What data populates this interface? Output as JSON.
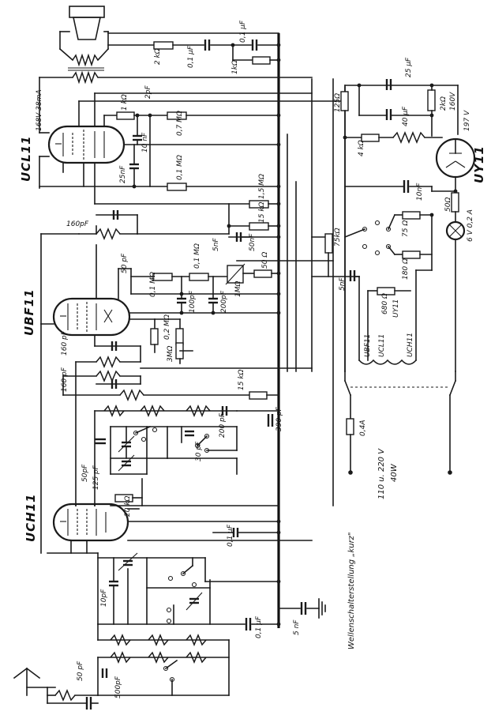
{
  "tubes": {
    "ucl11": "UCL11",
    "ubf11": "UBF11",
    "uch11": "UCH11",
    "uy11": "UY11"
  },
  "labels": {
    "ucl_voltage": "168V 38mA",
    "v197": "197 V",
    "v160": "160V",
    "lamp": "6 V 0,2 A",
    "mains": "110 u. 220 V",
    "power": "40W",
    "fuse": "0,4A",
    "switch_position": "Wellenschalterstellung „kurz\"",
    "heater_chain": [
      "UBF11",
      "UCL11",
      "UCH11",
      "UY11"
    ]
  },
  "components": {
    "r_2k_top": "2 kΩ",
    "c_01_top": "0,1 µF",
    "c_01_top2": "0,1 µF",
    "r_1k_top": "1kΩ",
    "c_25uf": "25 µF",
    "c_2pf": "2pF",
    "r_125": "125Ω",
    "r_2k_right": "2kΩ",
    "c_40uf": "40 µF",
    "r_1k_ucl": "1 kΩ",
    "c_10nf": "10 nF",
    "r_07m": "0,7 MΩ",
    "r_4k": "4 kΩ",
    "c_25nf": "25nF",
    "r_01m": "0,1 MΩ",
    "c_10nf_b": "10nF",
    "r_50": "50Ω",
    "c_160pf": "160pF",
    "r_15m": "1,5 MΩ",
    "r_15k": "15 kΩ",
    "r_75k": "75kΩ",
    "r_75": "75 Ω",
    "c_5nf": "5nF",
    "c_50nf": "50nF",
    "c_50pf": "50 pF",
    "r_01m_b": "0,1 MΩ",
    "r_01m_c": "0,1 MΩ",
    "r_1m": "1MΩ",
    "r_50_b": "50 Ω",
    "c_5nf_b": "5nF",
    "r_180": "180 Ω",
    "r_680": "680 Ω",
    "c_100pf": "100pF",
    "c_200pf": "200pF",
    "r_02m": "0,2 MΩ",
    "r_3m": "3MΩ",
    "c_160_b": "160 pF",
    "c_160_c": "160 pF",
    "r_15k_b": "15 kΩ",
    "c_390pf": "390 pF",
    "c_200pf_b": "200 pF",
    "c_30pf": "30 pF",
    "c_125": "125 pF",
    "c_50pf_b": "50pF",
    "r_20k": "20 kΩ",
    "c_01uf": "0,1 µF",
    "c_10pf": "10pF",
    "c_01uf_b": "0,1 µF",
    "c_5nf_c": "5 nF",
    "c_50pf_c": "50 pF",
    "c_500pf": "500pF"
  }
}
